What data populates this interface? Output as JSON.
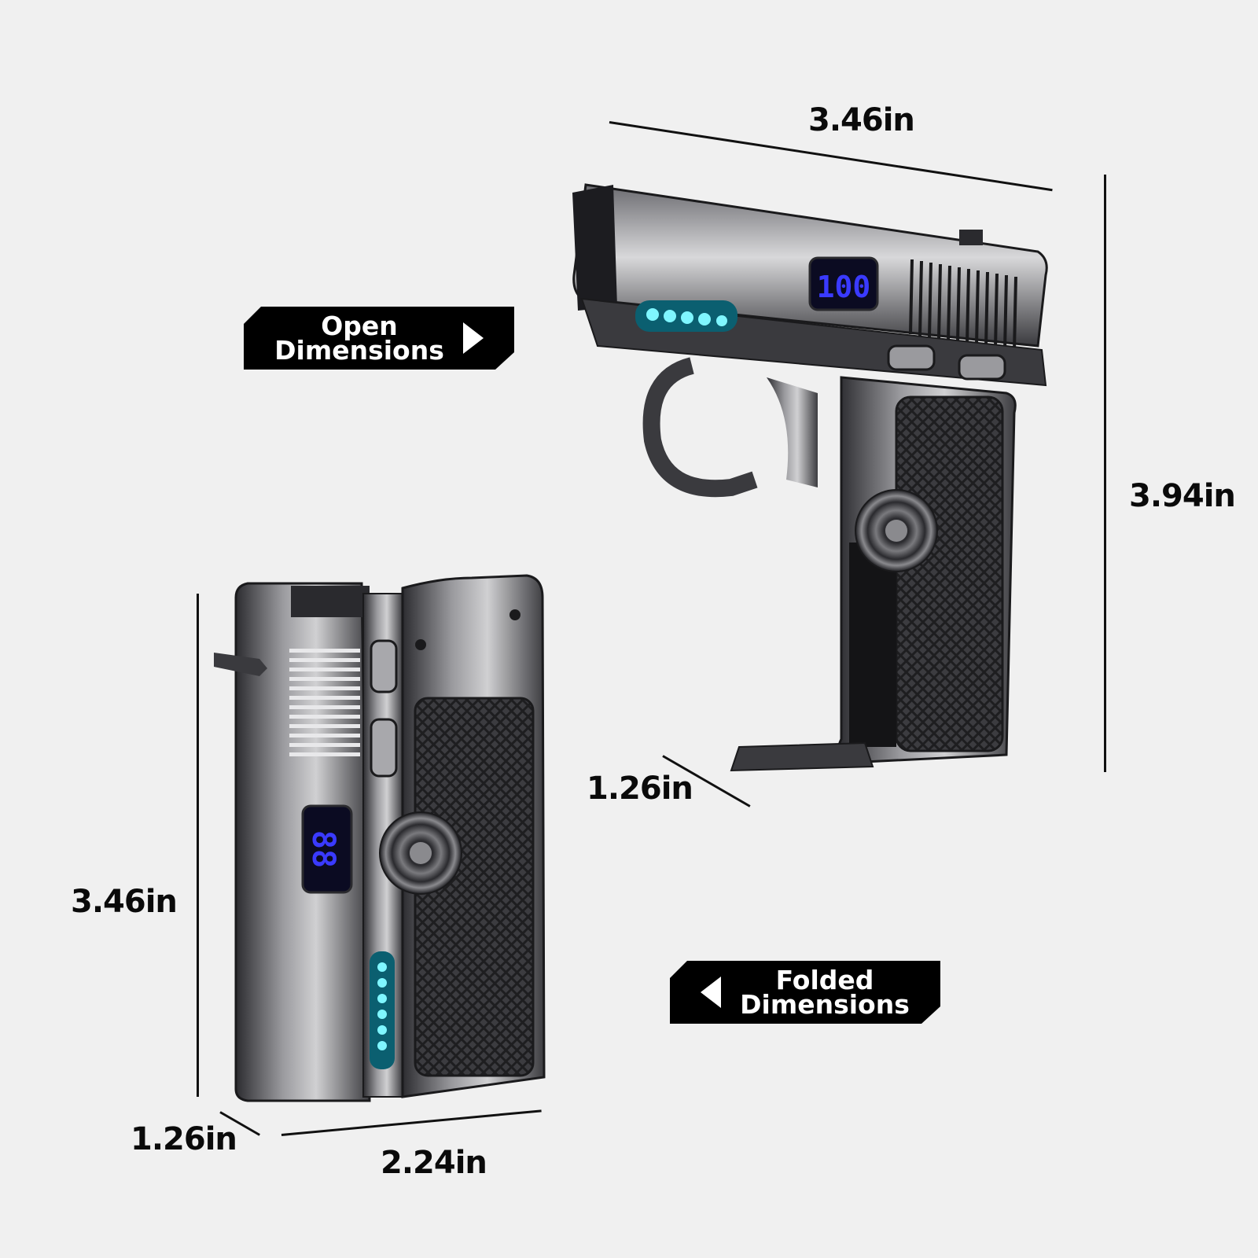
{
  "badges": {
    "open": {
      "line1": "Open",
      "line2": "Dimensions",
      "arrow": "triangle-right-icon"
    },
    "folded": {
      "line1": "Folded",
      "line2": "Dimensions",
      "arrow": "triangle-left-icon"
    }
  },
  "open_dimensions": {
    "length": "3.46in",
    "height": "3.94in",
    "depth": "1.26in",
    "display_reading": "100"
  },
  "folded_dimensions": {
    "height": "3.46in",
    "depth": "1.26in",
    "width": "2.24in",
    "display_reading": "88"
  },
  "colors": {
    "background": "#f0f0f0",
    "badge": "#000000",
    "led_cyan": "#22e0ff",
    "display_blue": "#1a1aff",
    "body_metal": "#4a4a4e"
  }
}
